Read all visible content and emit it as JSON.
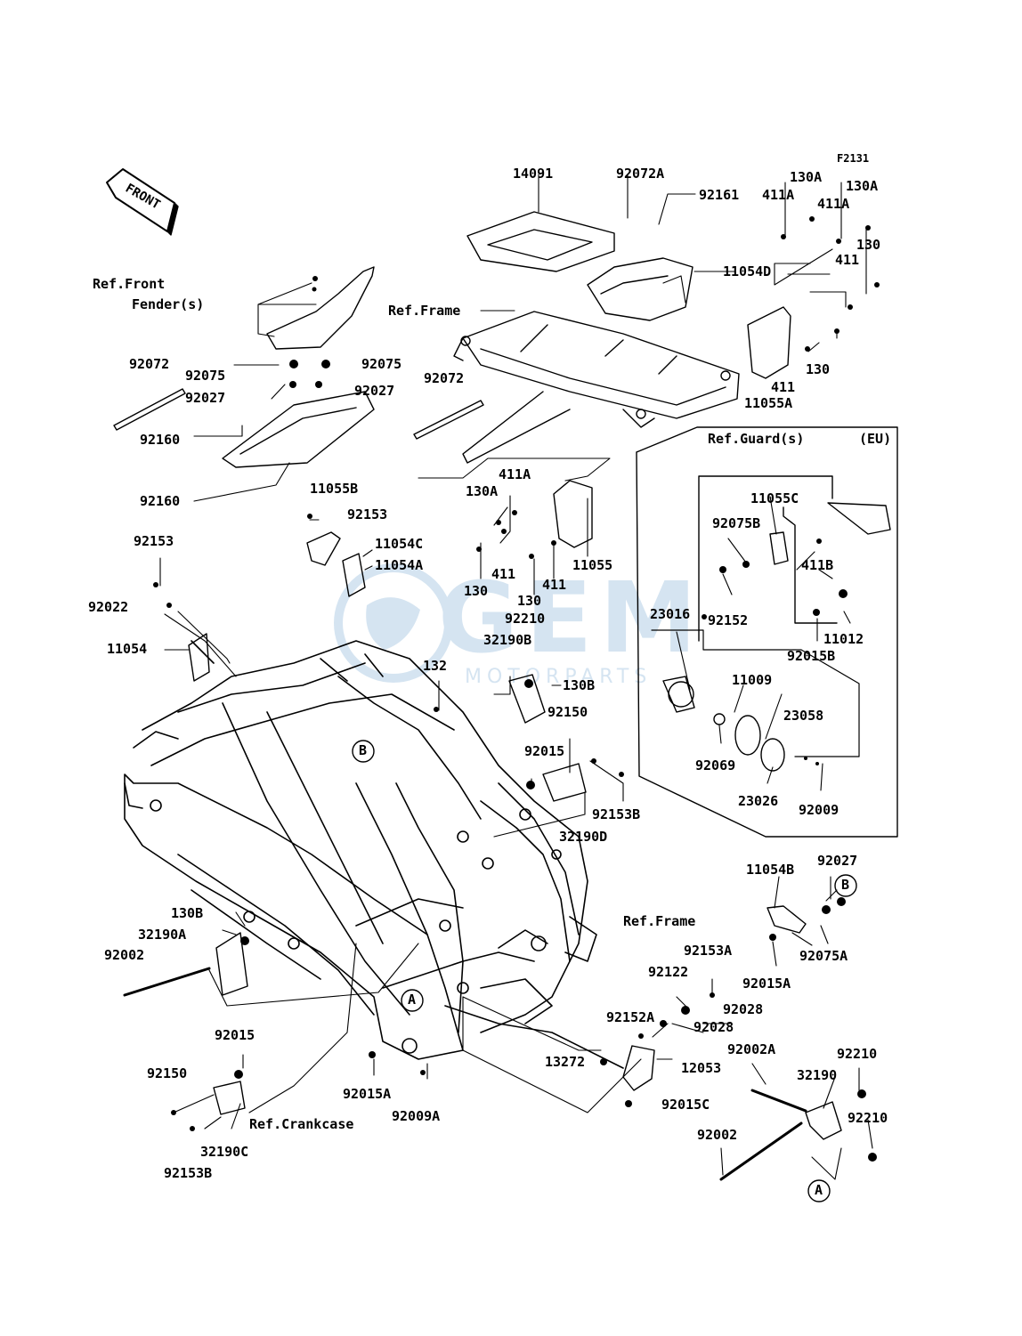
{
  "figure_code": "F2131",
  "front_arrow_text": "FRONT",
  "watermark": {
    "logo": "GEM",
    "subtitle": "MOTORPARTS"
  },
  "refs": {
    "front_fender": "Ref.Front",
    "front_fender_2": "Fender(s)",
    "frame_top": "Ref.Frame",
    "frame_right": "Ref.Frame",
    "guard": "Ref.Guard(s)",
    "eu": "(EU)",
    "crankcase": "Ref.Crankcase"
  },
  "callout_letters": {
    "a": "A",
    "b": "B"
  },
  "parts": {
    "p14091": "14091",
    "p92072A": "92072A",
    "p92161": "92161",
    "p411A_1": "411A",
    "p130A_1": "130A",
    "p411A_2": "411A",
    "p130A_2": "130A",
    "p130_1": "130",
    "p411_1": "411",
    "p11054D": "11054D",
    "p11055A": "11055A",
    "p411_2": "411",
    "p130_2": "130",
    "p92072_left": "92072",
    "p92075_l": "92075",
    "p92075_r": "92075",
    "p92027_l": "92027",
    "p92027_r": "92027",
    "p92072_mid": "92072",
    "p92160_1": "92160",
    "p92160_2": "92160",
    "p11055B": "11055B",
    "p411A_3": "411A",
    "p130A_3": "130A",
    "p92153_1": "92153",
    "p11054C": "11054C",
    "p11054A": "11054A",
    "p411_3": "411",
    "p411_4": "411",
    "p11055": "11055",
    "p130_3": "130",
    "p130_4": "130",
    "p92153_2": "92153",
    "p92022": "92022",
    "p11054": "11054",
    "p92210_1": "92210",
    "p32190B": "32190B",
    "p132": "132",
    "p130B_1": "130B",
    "p92150_1": "92150",
    "p92015_1": "92015",
    "p92153B_1": "92153B",
    "p32190D": "32190D",
    "p11055C": "11055C",
    "p92075B": "92075B",
    "p411B": "411B",
    "p92152": "92152",
    "p11012": "11012",
    "p92015B": "92015B",
    "p23016": "23016",
    "p11009": "11009",
    "p23058": "23058",
    "p92069": "92069",
    "p23026": "23026",
    "p92009": "92009",
    "p11054B": "11054B",
    "p92027_3": "92027",
    "p92075A": "92075A",
    "p92015A_1": "92015A",
    "p130B_2": "130B",
    "p32190A": "32190A",
    "p92002_1": "92002",
    "p92153A": "92153A",
    "p92122": "92122",
    "p92028_1": "92028",
    "p92028_2": "92028",
    "p92152A": "92152A",
    "p13272": "13272",
    "p12053": "12053",
    "p92015C": "92015C",
    "p92015_2": "92015",
    "p92150_2": "92150",
    "p32190C": "32190C",
    "p92153B_2": "92153B",
    "p92015A_2": "92015A",
    "p92009A": "92009A",
    "p92002A": "92002A",
    "p32190": "32190",
    "p92210_2": "92210",
    "p92210_3": "92210",
    "p92002_2": "92002"
  },
  "colors": {
    "line": "#000000",
    "watermark": "#1b6fb3",
    "background": "#ffffff"
  }
}
